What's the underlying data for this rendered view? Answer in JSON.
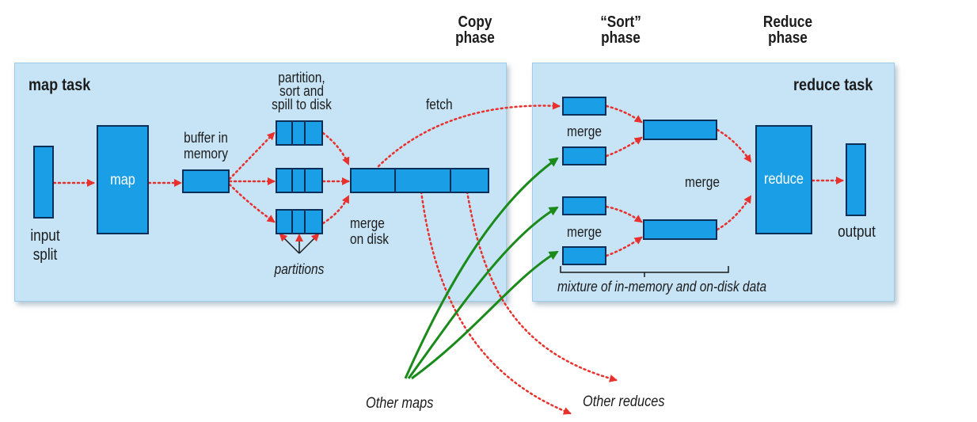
{
  "phases": {
    "copy": "Copy\nphase",
    "sort": "“Sort”\nphase",
    "reduce": "Reduce\nphase"
  },
  "map_task": {
    "title": "map task",
    "input_split": "input\nsplit",
    "map": "map",
    "buffer": "buffer in\nmemory",
    "partition_sort": "partition,\nsort and\nspill to disk",
    "partitions": "partitions",
    "merge_on_disk": "merge\non disk",
    "fetch": "fetch"
  },
  "reduce_task": {
    "title": "reduce task",
    "merge_top": "merge",
    "merge_bottom": "merge",
    "merge_middle": "merge",
    "reduce": "reduce",
    "output": "output",
    "mixture": "mixture of in-memory and on-disk data"
  },
  "external": {
    "other_maps": "Other maps",
    "other_reduces": "Other reduces"
  },
  "colors": {
    "panel": "#c6e4f6",
    "box": "#1a9ee6",
    "box_border": "#0c2f59",
    "dotted_arrow": "#e8302c",
    "green_arrow": "#1a8a1a"
  }
}
